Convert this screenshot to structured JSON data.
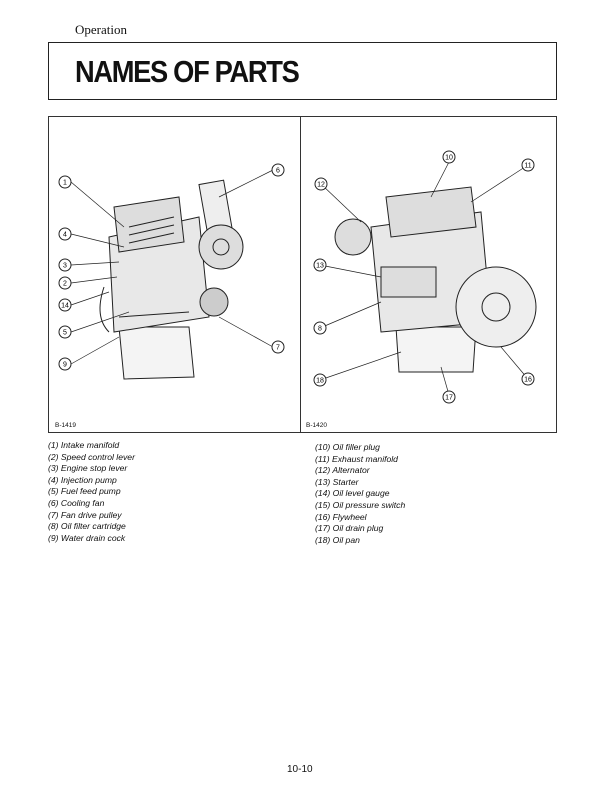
{
  "header": {
    "section": "Operation",
    "title": "NAMES OF PARTS"
  },
  "figures": [
    {
      "code": "B-1419",
      "callouts": [
        "1",
        "6",
        "4",
        "3",
        "2",
        "14",
        "5",
        "9",
        "7"
      ]
    },
    {
      "code": "B-1420",
      "callouts": [
        "10",
        "11",
        "12",
        "13",
        "8",
        "18",
        "17",
        "16"
      ]
    }
  ],
  "parts_left": [
    "(1) Intake manifold",
    "(2) Speed control lever",
    "(3) Engine stop lever",
    "(4) Injection pump",
    "(5) Fuel feed pump",
    "(6) Cooling fan",
    "(7) Fan drive pulley",
    "(8) Oil filter cartridge",
    "(9) Water drain cock"
  ],
  "parts_right": [
    "(10) Oil filler plug",
    "(11) Exhaust manifold",
    "(12) Alternator",
    "(13) Starter",
    "(14) Oil level gauge",
    "(15) Oil pressure switch",
    "(16) Flywheel",
    "(17) Oil drain plug",
    "(18) Oil pan"
  ],
  "footer": {
    "page": "10-10"
  }
}
